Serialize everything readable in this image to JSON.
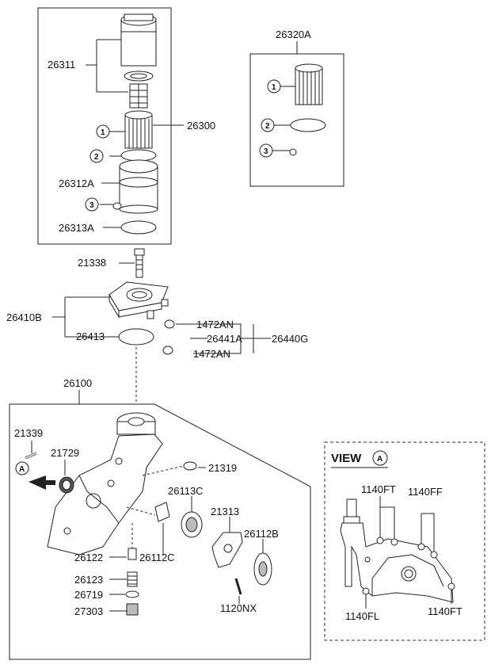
{
  "labels": {
    "p26311": "26311",
    "p26300": "26300",
    "p26312A": "26312A",
    "p26313A": "26313A",
    "p26320A": "26320A",
    "p21338": "21338",
    "p26410B": "26410B",
    "p26413": "26413",
    "p1472AN_top": "1472AN",
    "p26441A": "26441A",
    "p26440G": "26440G",
    "p1472AN_bottom": "1472AN",
    "p26100": "26100",
    "p21339": "21339",
    "p21729": "21729",
    "p21319": "21319",
    "p26113C": "26113C",
    "p21313": "21313",
    "p26112B": "26112B",
    "p26122": "26122",
    "p26112C": "26112C",
    "p26123": "26123",
    "p26719": "26719",
    "p27303": "27303",
    "p1120NX": "1120NX"
  },
  "callouts": {
    "one": "1",
    "two": "2",
    "three": "3",
    "a": "A"
  },
  "view": {
    "title": "VIEW",
    "ref": "A",
    "p1140FT_top": "1140FT",
    "p1140FF": "1140FF",
    "p1140FL": "1140FL",
    "p1140FT_bottom": "1140FT"
  }
}
